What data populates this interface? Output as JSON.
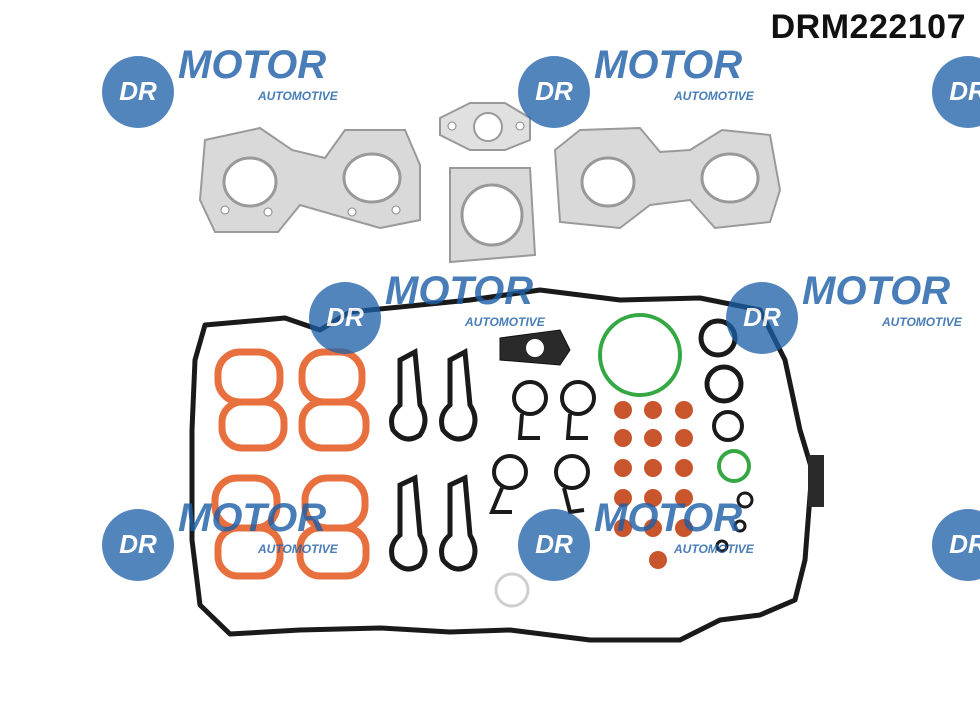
{
  "product": {
    "part_number": "DRM222107"
  },
  "watermark": {
    "brand": "DR.MOTOR",
    "sub": "AUTOMOTIVE",
    "color": "#1d5fa8"
  },
  "photo": {
    "metal_gasket_color": "#d9d9d9",
    "valve_cover_gasket_color": "#1a1a1a",
    "intake_gasket_color": "#e8703f",
    "valve_seal_color": "#c8552c",
    "green_oring_color": "#35a845"
  }
}
